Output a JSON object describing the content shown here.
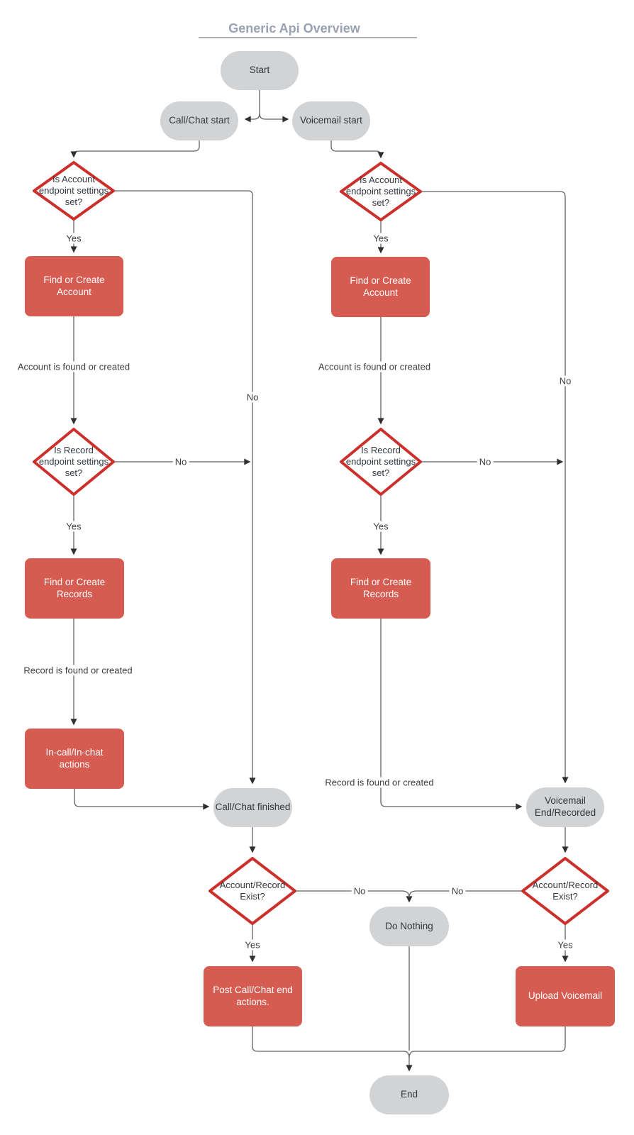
{
  "title": "Generic Api Overview",
  "colors": {
    "title": "#9aa1b1",
    "underline": "#a9aeb9",
    "pill_fill": "#d2d3d5",
    "pill_text": "#32373d",
    "red_fill": "#d65c52",
    "red_text": "#ffffff",
    "diamond_fill": "#ffffff",
    "diamond_border": "#cb302b",
    "diamond_text": "#33383e",
    "line": "#5f6266",
    "arrow": "#2d2f31",
    "label_text": "#3c4043"
  },
  "nodes": {
    "start": "Start",
    "call_chat_start": "Call/Chat start",
    "voicemail_start": "Voicemail start",
    "is_account_set_left": "Is Account\nendpoint settings\nset?",
    "is_account_set_right": "Is Account\nendpoint settings\nset?",
    "find_create_account_left": "Find or Create Account",
    "find_create_account_right": "Find or Create Account",
    "is_record_set_left": "Is Record\nendpoint settings\nset?",
    "is_record_set_right": "Is Record\nendpoint settings\nset?",
    "find_create_records_left": "Find or Create Records",
    "find_create_records_right": "Find or Create Records",
    "in_call_actions": "In-call/In-chat actions",
    "call_chat_finished": "Call/Chat finished",
    "voicemail_end_recorded": "Voicemail\nEnd/Recorded",
    "account_record_exist_left": "Account/Record\nExist?",
    "account_record_exist_right": "Account/Record\nExist?",
    "do_nothing": "Do Nothing",
    "post_call_chat_end": "Post Call/Chat end\nactions.",
    "upload_voicemail": "Upload Voicemail",
    "end": "End"
  },
  "edge_labels": {
    "yes_d1l": "Yes",
    "yes_d1r": "Yes",
    "no_d1l": "No",
    "no_d1r": "No",
    "account_found_left": "Account is found or created",
    "account_found_right": "Account is found or created",
    "no_d2l": "No",
    "no_d2r": "No",
    "yes_d2l": "Yes",
    "yes_d2r": "Yes",
    "record_found_left": "Record is found or created",
    "record_found_right": "Record is found or created",
    "no_d3l": "No",
    "no_d3r": "No",
    "yes_d3l": "Yes",
    "yes_d3r": "Yes"
  }
}
